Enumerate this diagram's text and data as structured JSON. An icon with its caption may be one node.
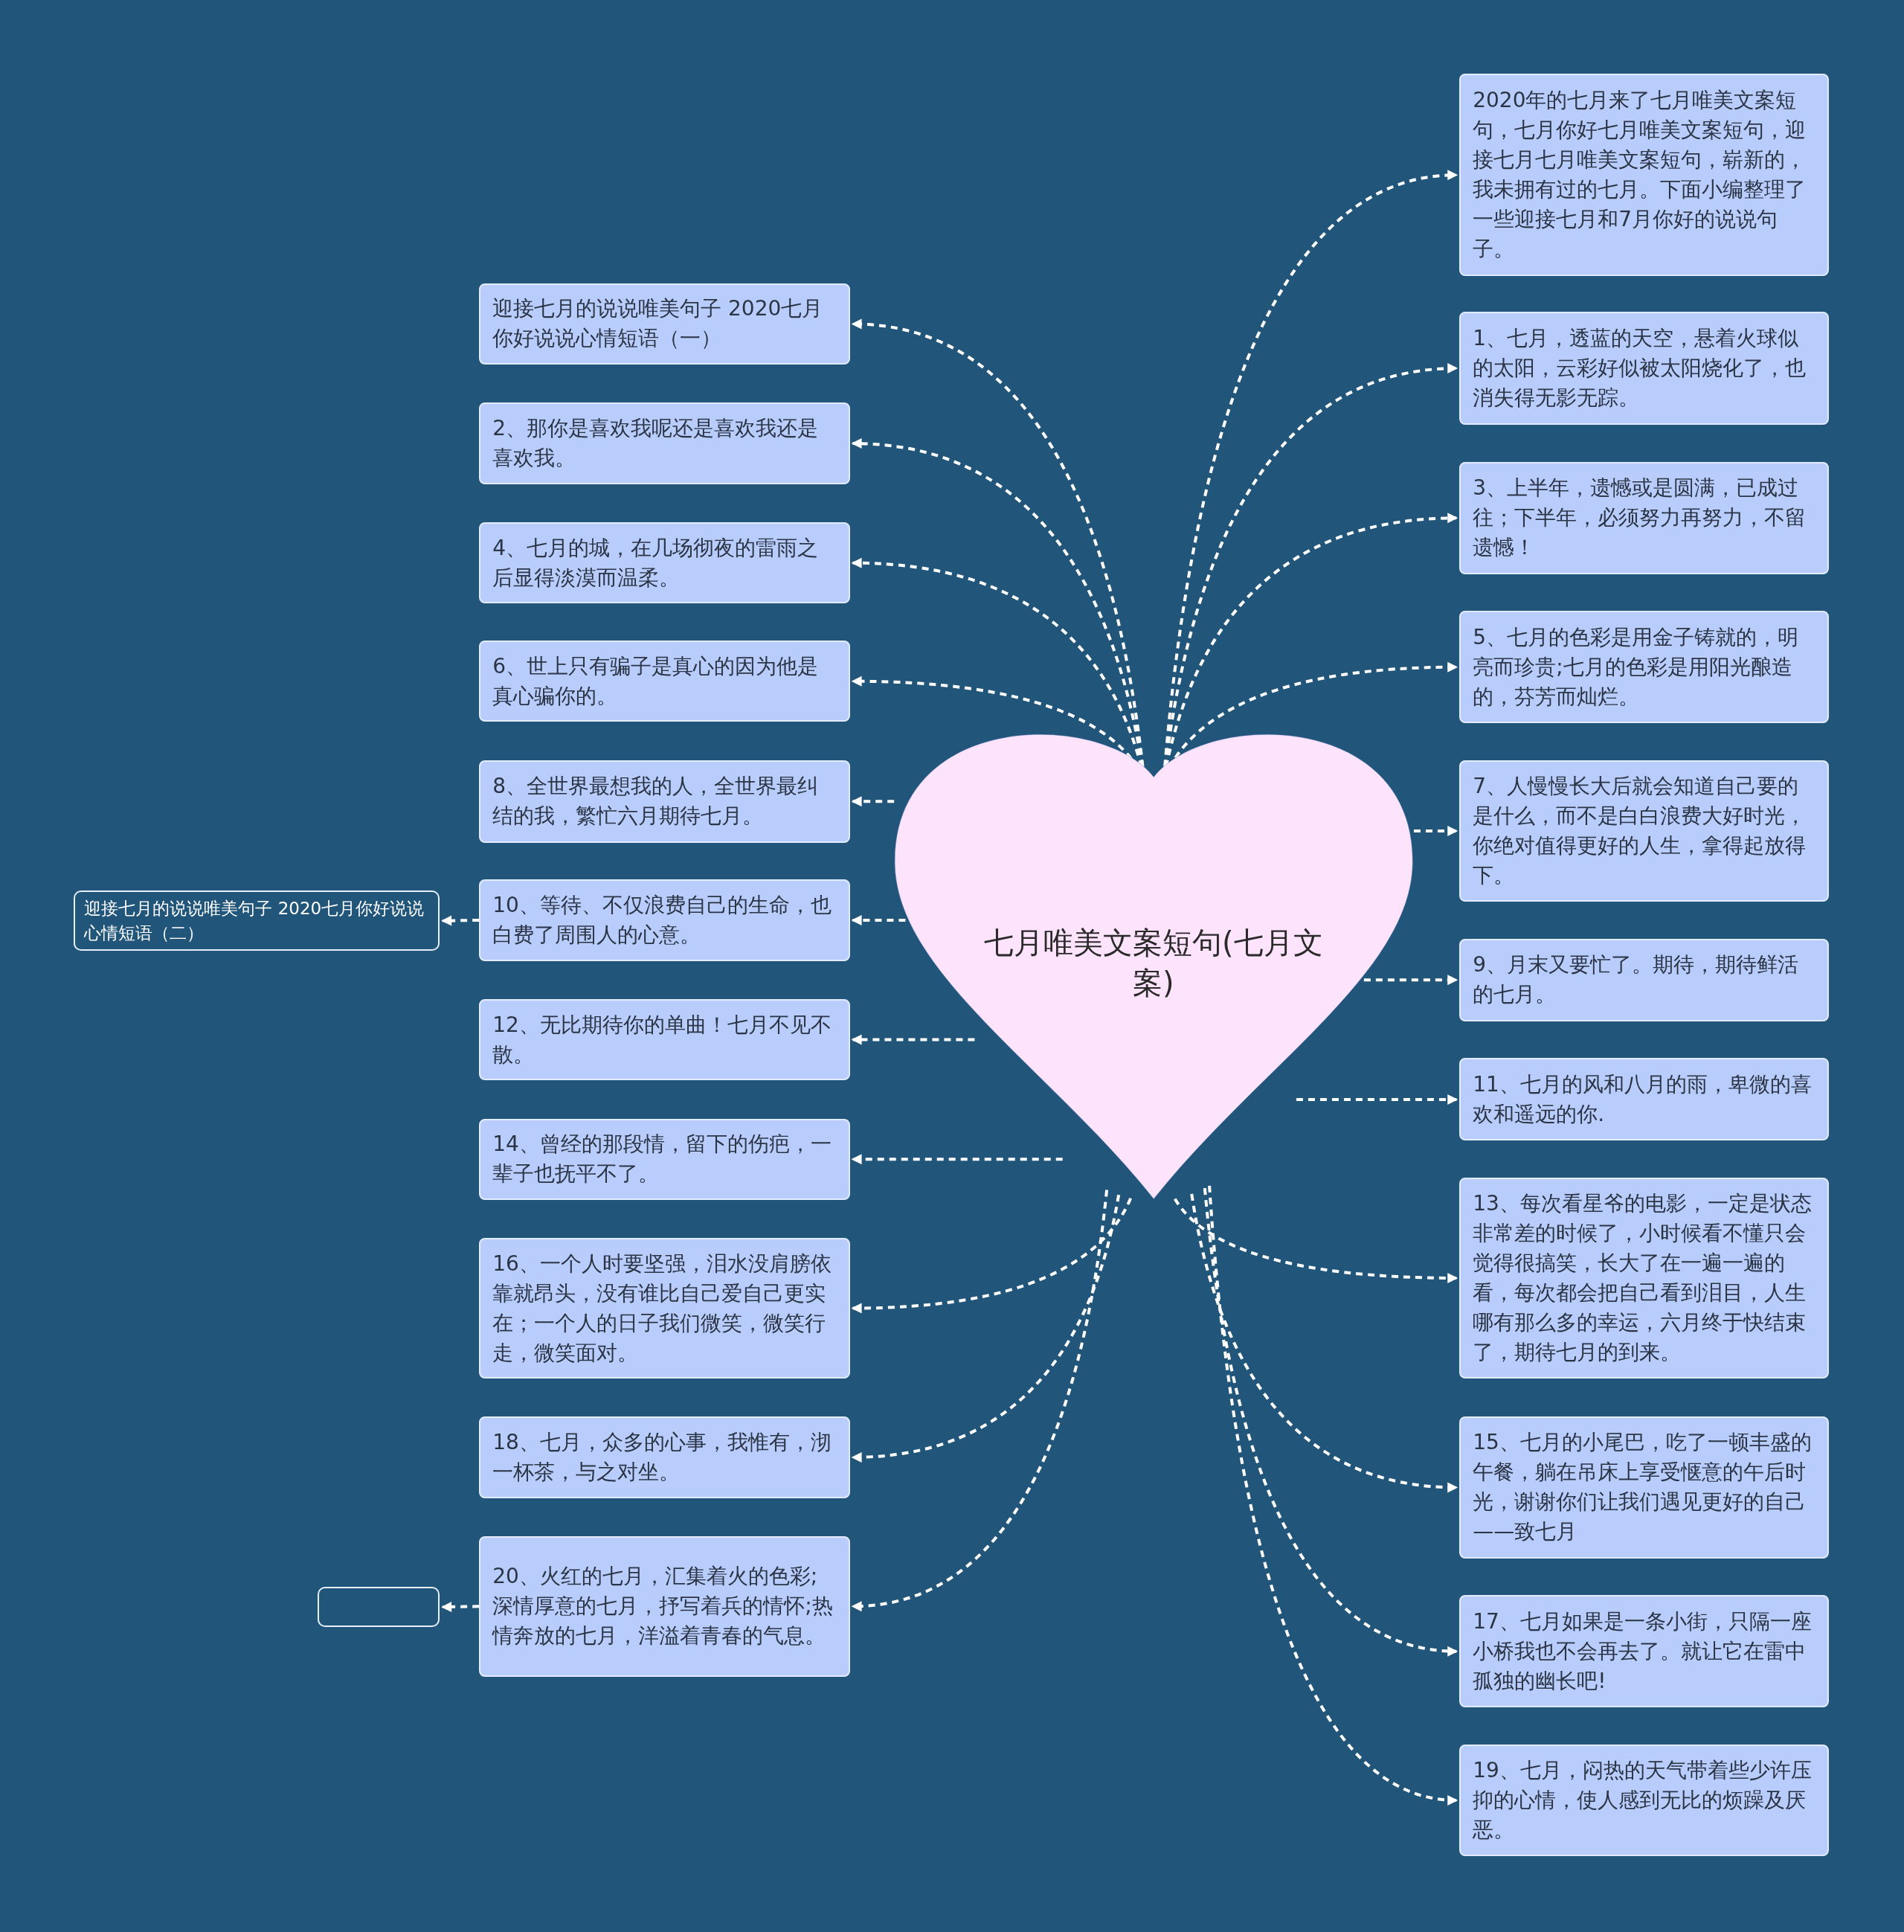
{
  "diagram": {
    "nodes": [
      {
        "text": [
          "七月唯美文案短句(七月文案)"
        ]
      },
      {
        "text": [
          "2020年的七月来了七月唯美文案短句，七月你好七月唯美文案短句，迎接七月七月唯美文案短句，崭新的，我未拥有过的七月。下面小编整理了一些迎接七月和7月你好的说说句子。"
        ]
      },
      {
        "text": [
          "1、七月，透蓝的天空，悬着火球似的太阳，云彩好似被太阳烧化了，也消失得无影无踪。"
        ]
      },
      {
        "text": [
          "3、上半年，遗憾或是圆满，已成过往；下半年，必须努力再努力，不留遗憾！"
        ]
      },
      {
        "text": [
          "5、七月的色彩是用金子铸就的，明亮而珍贵;七月的色彩是用阳光酿造的，芬芳而灿烂。"
        ]
      },
      {
        "text": [
          "7、人慢慢长大后就会知道自己要的是什么，而不是白白浪费大好时光，你绝对值得更好的人生，拿得起放得下。"
        ]
      },
      {
        "text": [
          "9、月末又要忙了。期待，期待鲜活的七月。"
        ]
      },
      {
        "text": [
          "11、七月的风和八月的雨，卑微的喜欢和遥远的你."
        ]
      },
      {
        "text": [
          "13、每次看星爷的电影，一定是状态非常差的时候了，小时候看不懂只会觉得很搞笑，长大了在一遍一遍的看，每次都会把自己看到泪目，人生哪有那么多的幸运，六月终于快结束了，期待七月的到来。"
        ]
      },
      {
        "text": [
          "15、七月的小尾巴，吃了一顿丰盛的午餐，躺在吊床上享受惬意的午后时光，谢谢你们让我们遇见更好的自己——致七月"
        ]
      },
      {
        "text": [
          "17、七月如果是一条小街，只隔一座小桥我也不会再去了。就让它在雷中孤独的幽长吧!"
        ]
      },
      {
        "text": [
          "19、七月，闷热的天气带着些少许压抑的心情，使人感到无比的烦躁及厌恶。"
        ]
      },
      {
        "text": [
          "迎接七月的说说唯美句子 2020七月你好说说心情短语（一）"
        ]
      },
      {
        "text": [
          "2、那你是喜欢我呢还是喜欢我还是喜欢我。"
        ]
      },
      {
        "text": [
          "4、七月的城，在几场彻夜的雷雨之后显得淡漠而温柔。"
        ]
      },
      {
        "text": [
          "6、世上只有骗子是真心的因为他是真心骗你的。"
        ]
      },
      {
        "text": [
          "8、全世界最想我的人，全世界最纠结的我，繁忙六月期待七月。"
        ]
      },
      {
        "text": [
          "10、等待、不仅浪费自己的生命，也白费了周围人的心意。"
        ]
      },
      {
        "text": [
          "12、无比期待你的单曲！七月不见不散。"
        ]
      },
      {
        "text": [
          "14、曾经的那段情，留下的伤疤，一辈子也抚平不了。"
        ]
      },
      {
        "text": [
          "16、一个人时要坚强，泪水没肩膀依靠就昂头，没有谁比自己爱自己更实在；一个人的日子我们微笑，微笑行走，微笑面对。"
        ]
      },
      {
        "text": [
          "18、七月，众多的心事，我惟有，沏一杯茶，与之对坐。"
        ]
      },
      {
        "text": [
          "20、火红的七月，汇集着火的色彩;深情厚意的七月，抒写着兵的情怀;热情奔放的七月，洋溢着青春的气息。"
        ]
      },
      {
        "text": [
          "迎接七月的说说唯美句子 2020七月你好说说心情短语（二）"
        ]
      },
      {
        "text": [],
        "shape": "box"
      }
    ],
    "edges": [
      {
        "from": 0,
        "to": 1,
        "arrow": "to",
        "style": "dashed"
      },
      {
        "from": 0,
        "to": 2,
        "arrow": "to",
        "style": "dashed"
      },
      {
        "from": 0,
        "to": 3,
        "arrow": "to",
        "style": "dashed"
      },
      {
        "from": 0,
        "to": 4,
        "arrow": "to",
        "style": "dashed"
      },
      {
        "from": 0,
        "to": 5,
        "arrow": "to",
        "style": "dashed"
      },
      {
        "from": 0,
        "to": 6,
        "arrow": "to",
        "style": "dashed"
      },
      {
        "from": 0,
        "to": 7,
        "arrow": "to",
        "style": "dashed"
      },
      {
        "from": 0,
        "to": 8,
        "arrow": "to",
        "style": "dashed"
      },
      {
        "from": 0,
        "to": 9,
        "arrow": "to",
        "style": "dashed"
      },
      {
        "from": 0,
        "to": 10,
        "arrow": "to",
        "style": "dashed"
      },
      {
        "from": 0,
        "to": 11,
        "arrow": "to",
        "style": "dashed"
      },
      {
        "from": 0,
        "to": 12,
        "arrow": "to",
        "style": "dashed"
      },
      {
        "from": 0,
        "to": 13,
        "arrow": "to",
        "style": "dashed"
      },
      {
        "from": 0,
        "to": 14,
        "arrow": "to",
        "style": "dashed"
      },
      {
        "from": 0,
        "to": 15,
        "arrow": "to",
        "style": "dashed"
      },
      {
        "from": 0,
        "to": 16,
        "arrow": "to",
        "style": "dashed"
      },
      {
        "from": 0,
        "to": 17,
        "arrow": "to",
        "style": "dashed"
      },
      {
        "from": 0,
        "to": 18,
        "arrow": "to",
        "style": "dashed"
      },
      {
        "from": 0,
        "to": 19,
        "arrow": "to",
        "style": "dashed"
      },
      {
        "from": 0,
        "to": 20,
        "arrow": "to",
        "style": "dashed"
      },
      {
        "from": 0,
        "to": 21,
        "arrow": "to",
        "style": "dashed"
      },
      {
        "from": 0,
        "to": 22,
        "arrow": "to",
        "style": "dashed"
      },
      {
        "from": 17,
        "to": 23,
        "arrow": "to",
        "style": "dashed"
      },
      {
        "from": 22,
        "to": 24,
        "arrow": "to",
        "style": "dashed"
      }
    ]
  }
}
